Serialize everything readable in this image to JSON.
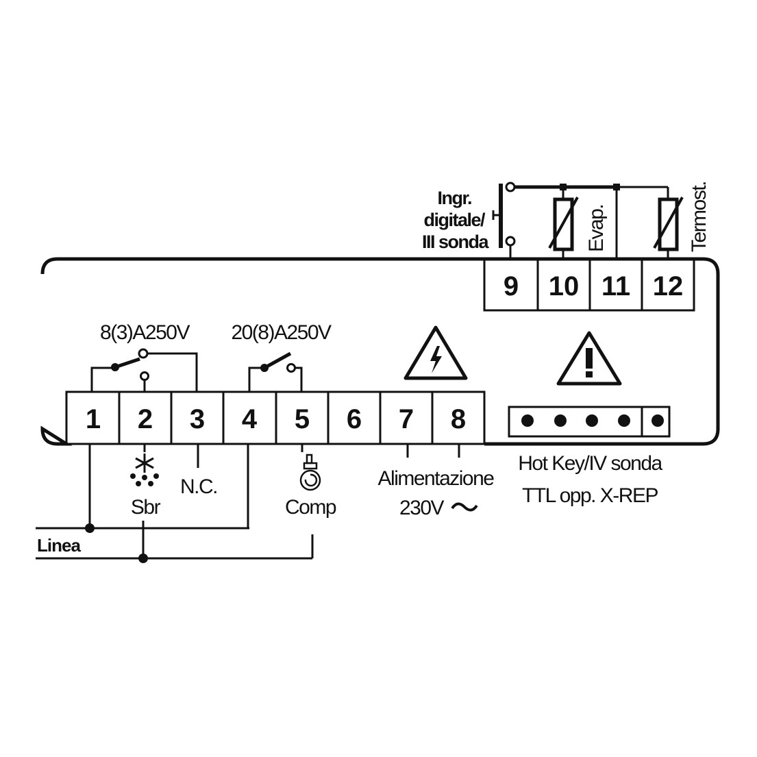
{
  "bottom_terminals": [
    "1",
    "2",
    "3",
    "4",
    "5",
    "6",
    "7",
    "8"
  ],
  "top_terminals": [
    "9",
    "10",
    "11",
    "12"
  ],
  "relay1_rating": "8(3)A250V",
  "relay2_rating": "20(8)A250V",
  "labels": {
    "nc": "N.C.",
    "defrost": "Sbr",
    "compressor": "Comp",
    "power": "Alimentazione",
    "voltage": "230V",
    "hotkey_line1": "Hot Key/IV sonda",
    "hotkey_line2": "TTL opp. X-REP",
    "line": "Linea",
    "digital_input_1": "Ingr.",
    "digital_input_2": "digitale/",
    "digital_input_3": "III sonda",
    "evaporator": "Evap.",
    "thermostat": "Termost."
  },
  "icons": [
    "defrost-snowflake-icon",
    "compressor-icon",
    "high-voltage-warning-icon",
    "caution-warning-icon",
    "ac-tilde-icon"
  ]
}
